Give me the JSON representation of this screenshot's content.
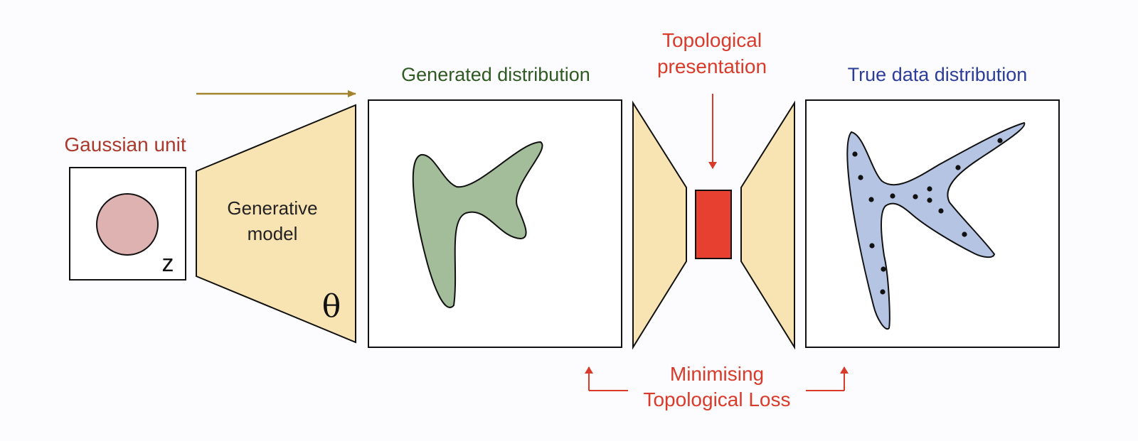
{
  "labels": {
    "gaussian_unit": "Gaussian unit",
    "z_symbol": "z",
    "generative_model_line1": "Generative",
    "generative_model_line2": "model",
    "theta_symbol": "θ",
    "generated_distribution": "Generated distribution",
    "topological_presentation_line1": "Topological",
    "topological_presentation_line2": "presentation",
    "true_data_distribution": "True data distribution",
    "loss_line1": "Minimising",
    "loss_line2": "Topological Loss"
  },
  "colors": {
    "gaussian_title": "#a93a2d",
    "generated_title": "#2f5a22",
    "true_title": "#2c3d9a",
    "topology_red": "#d93b2b",
    "trapezoid_fill": "#f8e3b3",
    "gaussian_blob": "#ddb2b0",
    "generated_blob": "#a3bc99",
    "true_blob": "#b4c4e2",
    "flow_arrow": "#a2852e",
    "red_box": "#e84030"
  },
  "icons": {
    "flow_arrow": "right-arrow-icon",
    "topology_arrow": "down-arrow-icon",
    "loss_arrows": "up-arrow-icon"
  }
}
